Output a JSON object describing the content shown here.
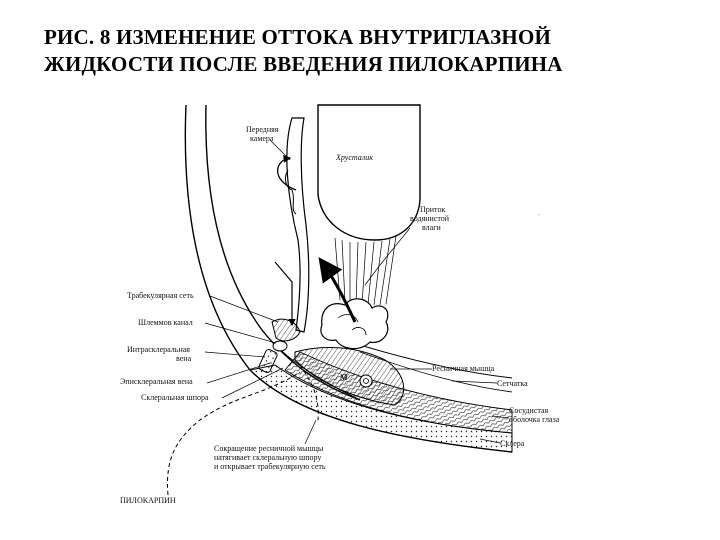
{
  "title": {
    "line1": "РИС. 8   ИЗМЕНЕНИЕ ОТТОКА ВНУТРИГЛАЗНОЙ",
    "line2": "ЖИДКОСТИ ПОСЛЕ ВВЕДЕНИЯ ПИЛОКАРПИНА"
  },
  "labels": {
    "anterior_chamber": [
      "Передняя",
      "камера"
    ],
    "lens": "Хрусталик",
    "aqueous_inflow": [
      "Приток",
      "водянистой",
      "влаги"
    ],
    "trabecular_mesh": "Трабекулярная сеть",
    "schlemm_canal": "Шлеммов канал",
    "intrascleral_vein": [
      "Интрасклеральная",
      "вена"
    ],
    "episcleral_vein": "Эписклеральная вена",
    "scleral_spur": "Склеральная шпора",
    "ciliary_muscle": "Ресничная мышца",
    "retina": "Сетчатка",
    "choroid": [
      "Сосудистая",
      "оболочка глаза"
    ],
    "sclera": "Склера",
    "muscle_mark": "М",
    "contraction_note": [
      "Сокращение ресничной мышцы",
      "натягивает склеральную шпору",
      "и открывает трабекулярную сеть"
    ],
    "pilocarpine": "ПИЛОКАРПИН"
  }
}
